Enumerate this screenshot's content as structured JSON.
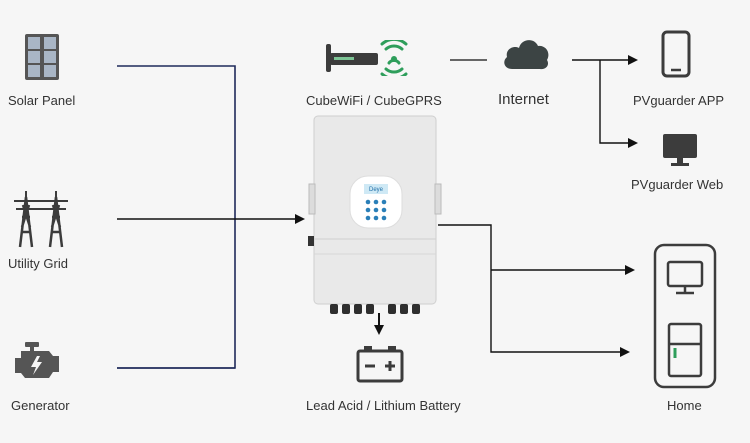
{
  "sources": {
    "solar_panel": "Solar Panel",
    "utility_grid": "Utility Grid",
    "generator": "Generator"
  },
  "comms": {
    "module": "CubeWiFi / CubeGPRS",
    "internet": "Internet",
    "app": "PVguarder APP",
    "web": "PVguarder Web"
  },
  "inverter": {
    "brand": "Deye"
  },
  "battery": "Lead Acid / Lithium Battery",
  "home": "Home",
  "colors": {
    "source_line": "#1f2a5a",
    "line": "#111111",
    "icon": "#444444",
    "accent_green": "#2e9e5b"
  }
}
